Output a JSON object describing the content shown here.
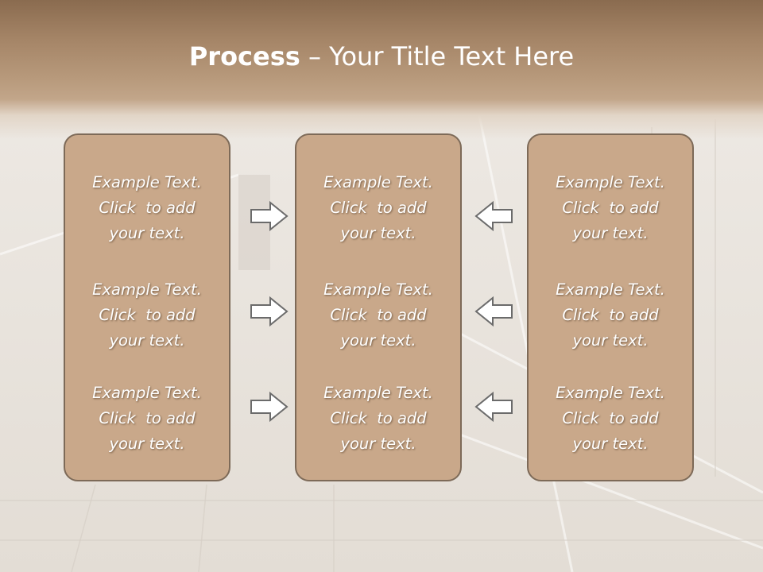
{
  "title": {
    "bold": "Process",
    "rest": " – Your Title Text Here"
  },
  "columns": [
    {
      "items": [
        {
          "line1": "Example Text.",
          "line2": "Click  to add",
          "line3": "your text."
        },
        {
          "line1": "Example Text.",
          "line2": "Click  to add",
          "line3": "your text."
        },
        {
          "line1": "Example Text.",
          "line2": "Click  to add",
          "line3": "your text."
        }
      ]
    },
    {
      "items": [
        {
          "line1": "Example Text.",
          "line2": "Click  to add",
          "line3": "your text."
        },
        {
          "line1": "Example Text.",
          "line2": "Click  to add",
          "line3": "your text."
        },
        {
          "line1": "Example Text.",
          "line2": "Click  to add",
          "line3": "your text."
        }
      ]
    },
    {
      "items": [
        {
          "line1": "Example Text.",
          "line2": "Click  to add",
          "line3": "your text."
        },
        {
          "line1": "Example Text.",
          "line2": "Click  to add",
          "line3": "your text."
        },
        {
          "line1": "Example Text.",
          "line2": "Click  to add",
          "line3": "your text."
        }
      ]
    }
  ],
  "arrows": {
    "left_group": "right-arrow-icon",
    "right_group": "left-arrow-icon"
  },
  "colors": {
    "header": "#a58567",
    "box_fill": "#c9a88a",
    "box_border": "#7d6a58",
    "arrow_stroke": "#6b6b6b"
  }
}
